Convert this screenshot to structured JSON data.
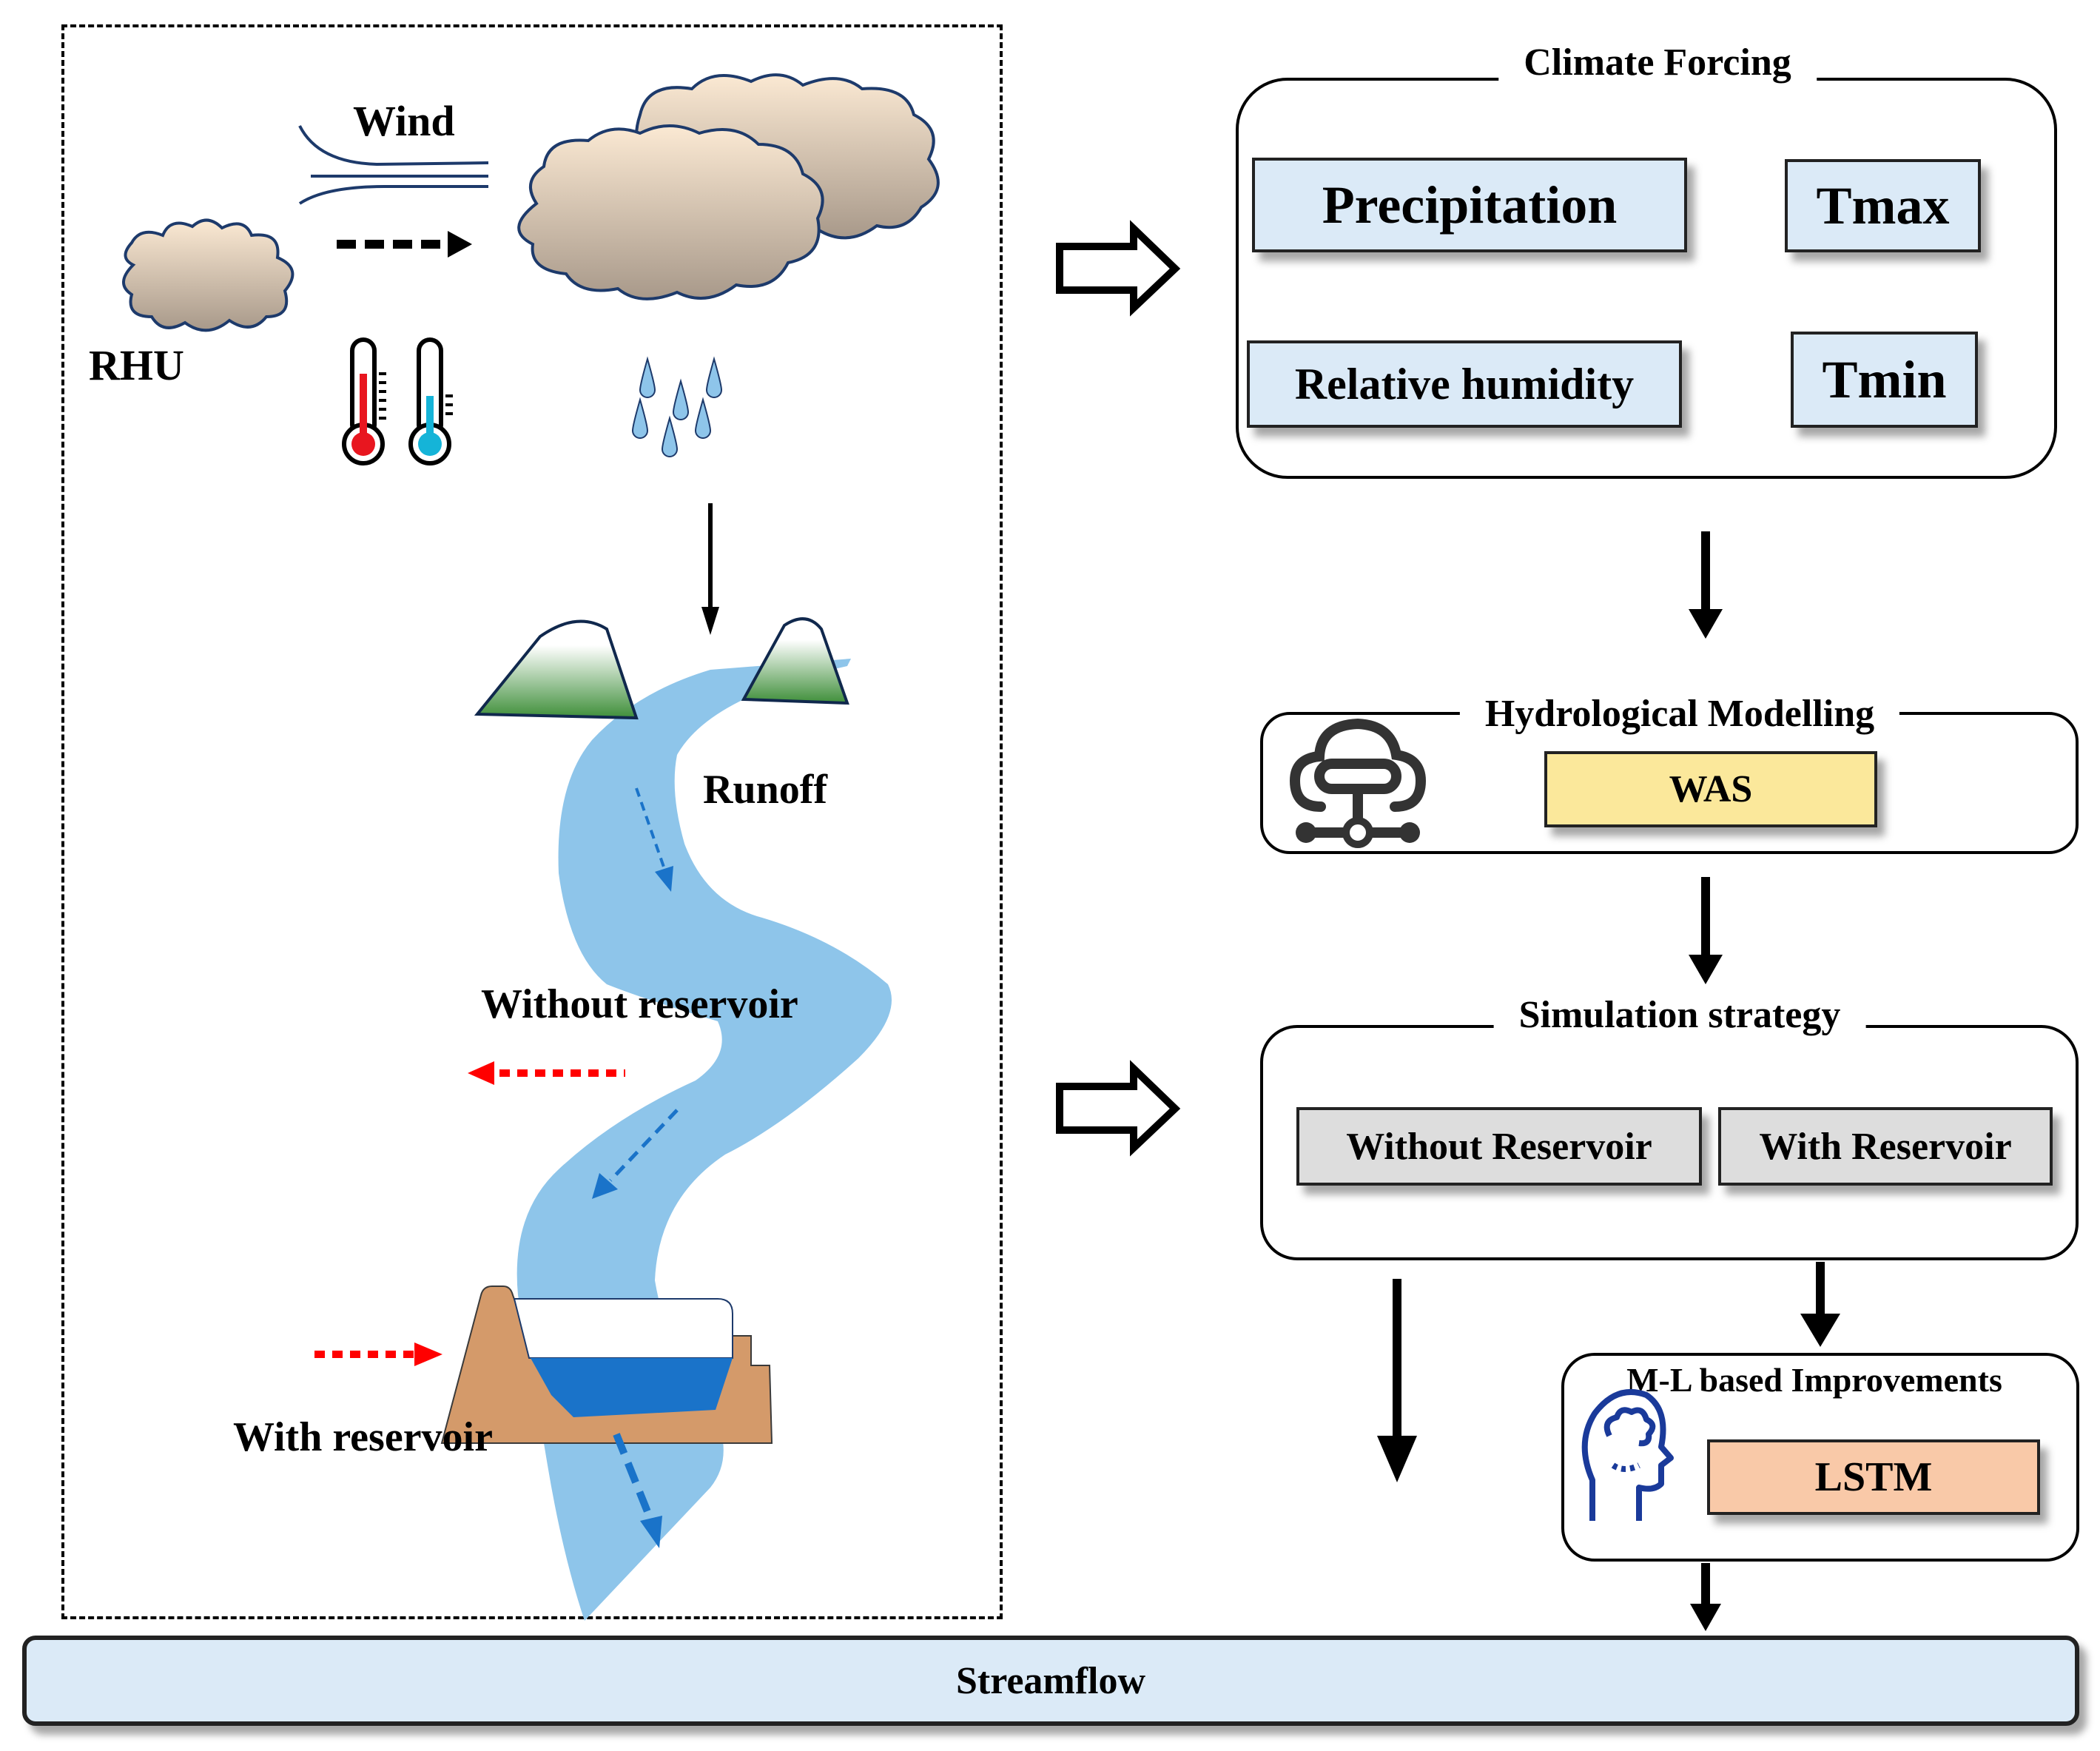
{
  "left_panel": {
    "labels": {
      "wind": "Wind",
      "rhu": "RHU",
      "runoff": "Runoff",
      "without_reservoir": "Without  reservoir",
      "with_reservoir": "With  reservoir"
    },
    "icons": [
      "small-cloud-icon",
      "large-cloud-icon",
      "wind-lines-icon",
      "thermometer-hot-icon",
      "thermometer-cold-icon",
      "raindrops-icon",
      "mountains-icon",
      "river-icon",
      "dam-reservoir-icon"
    ]
  },
  "climate_forcing": {
    "title": "Climate Forcing",
    "items": [
      "Precipitation",
      "Tmax",
      "Relative humidity",
      "Tmin"
    ],
    "fill": "#dbeaf7"
  },
  "hydrological_modelling": {
    "title": "Hydrological  Modelling",
    "model": "WAS",
    "icon": "cloud-network-icon",
    "fill": "#fbe89b"
  },
  "simulation_strategy": {
    "title": "Simulation strategy",
    "options": [
      "Without  Reservoir",
      "With  Reservoir"
    ],
    "fill": "#dddddd"
  },
  "ml_improvements": {
    "title": "M-L based Improvements",
    "model": "LSTM",
    "icon": "brain-head-icon",
    "fill": "#f9c9a8",
    "icon_color": "#1a3a9a"
  },
  "output": {
    "label": "Streamflow",
    "fill": "#dbeaf7"
  },
  "colors": {
    "river": "#8ec5ea",
    "reservoir_water": "#1a73c9",
    "dam": "#d49a6a",
    "mountain_green": "#3f8f3a",
    "red_arrow": "#ff0000",
    "cloud": "#d9c4a6"
  }
}
